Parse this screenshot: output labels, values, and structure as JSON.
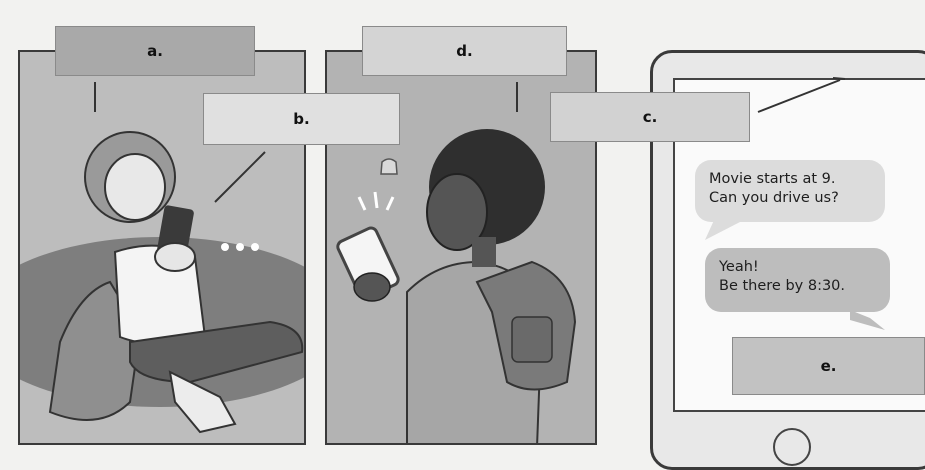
{
  "labels": {
    "a": "a.",
    "b": "b.",
    "c": "c.",
    "d": "d.",
    "e": "e."
  },
  "messages": [
    {
      "line1": "Movie starts at 9.",
      "line2": "Can you drive us?"
    },
    {
      "line1": "Yeah!",
      "line2": "Be there by 8:30."
    }
  ],
  "colors": {
    "background": "#f2f2f0",
    "panel_fill": "#bcbcbc",
    "label_fill": "#c9c9c9",
    "bubble_light": "#dcdcdc",
    "bubble_dark": "#bdbdbd"
  }
}
